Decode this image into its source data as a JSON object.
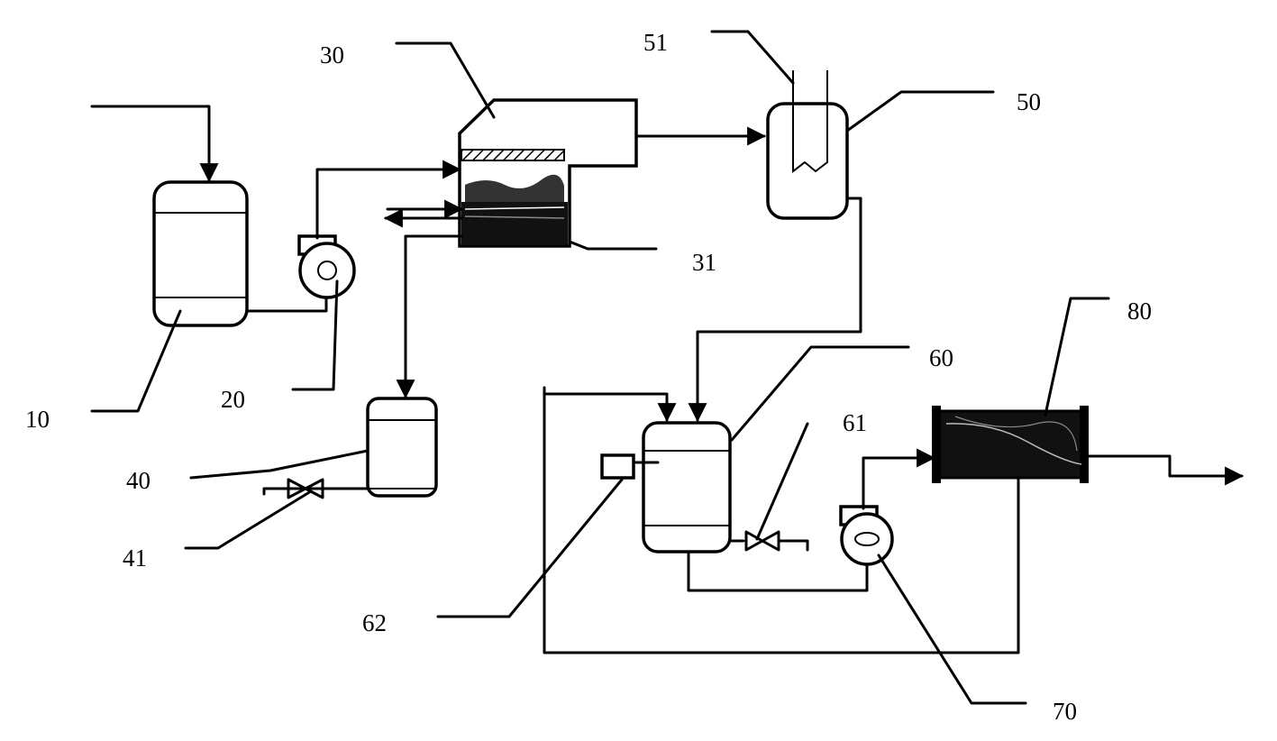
{
  "labels": {
    "tank_10": "10",
    "pump_20": "20",
    "reactor_30": "30",
    "bed_31": "31",
    "tank_40": "40",
    "valve_41": "41",
    "condenser_50": "50",
    "condenser_inlet_51": "51",
    "tank_60": "60",
    "valve_61": "61",
    "instrument_62": "62",
    "pump_70": "70",
    "filter_80": "80"
  },
  "colors": {
    "line": "#000000",
    "background": "#ffffff"
  }
}
